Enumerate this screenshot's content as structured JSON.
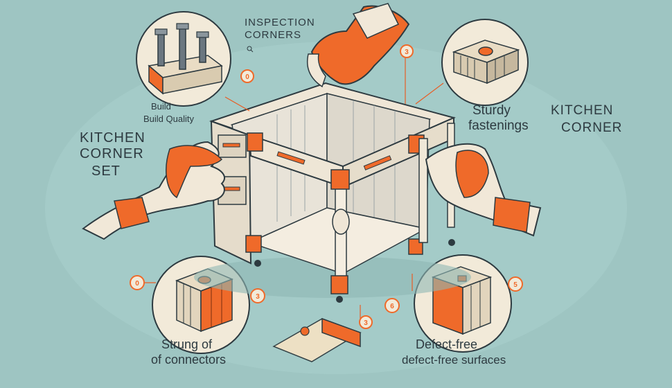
{
  "labels": {
    "inspection_corners": [
      "INSPECTION",
      "CORNERS"
    ],
    "build_quality_small": "Build",
    "build_quality": "Build Quality",
    "kitchen_corner_set": [
      "KITCHEN",
      "CORNER",
      "SET"
    ],
    "sturdy_fastenings": [
      "Sturdy",
      "fastenings"
    ],
    "kitchen_corner_right": [
      "KITCHEN",
      "CORNER"
    ],
    "strong_connectors": [
      "Strung of",
      "of connectors"
    ],
    "defect_free": [
      "Defect-free",
      "defect-free surfaces"
    ]
  },
  "badges": {
    "top_center": "3",
    "top_left": "0",
    "bottom_left": "0",
    "bottom_left_mid": "3",
    "bottom_center": "3",
    "bottom_right_mid": "6",
    "bottom_right": "5"
  },
  "colors": {
    "background": "#9ec5c2",
    "accent": "#ef6a2a",
    "ink": "#2d3a40",
    "cream": "#f1e8d8",
    "circle_fill": "#f2ead9"
  },
  "icons": [
    "bolts-icon",
    "fastener-block-icon",
    "corner-block-icon",
    "square-post-icon",
    "wood-beam-icon",
    "magnifier-icon"
  ]
}
